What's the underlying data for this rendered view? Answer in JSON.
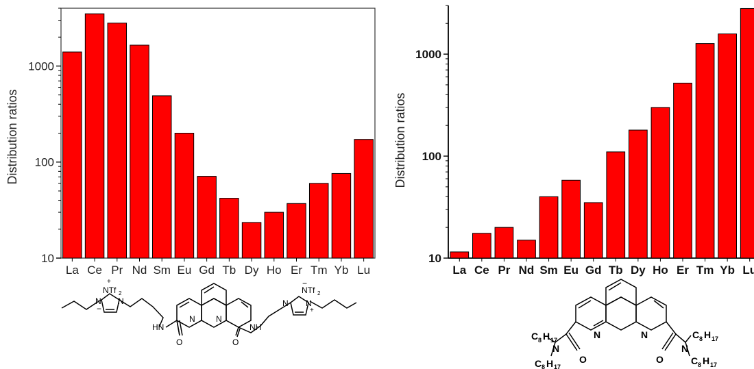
{
  "chart_data": [
    {
      "type": "bar",
      "yscale": "log",
      "ylim": [
        10,
        4000
      ],
      "ylabel": "Distribution ratios",
      "yticks": [
        "10",
        "100",
        "1000"
      ],
      "categories": [
        "La",
        "Ce",
        "Pr",
        "Nd",
        "Sm",
        "Eu",
        "Gd",
        "Tb",
        "Dy",
        "Ho",
        "Er",
        "Tm",
        "Yb",
        "Lu"
      ],
      "values": [
        1400,
        3500,
        2800,
        1650,
        490,
        200,
        71,
        42,
        23.5,
        30,
        37,
        60,
        76,
        172
      ],
      "bar_color": "#ff0000",
      "grid": false
    },
    {
      "type": "bar",
      "yscale": "log",
      "ylim": [
        10,
        3000
      ],
      "ylabel": "Distribution ratios",
      "yticks": [
        "10",
        "100",
        "1000"
      ],
      "categories": [
        "La",
        "Ce",
        "Pr",
        "Nd",
        "Sm",
        "Eu",
        "Gd",
        "Tb",
        "Dy",
        "Ho",
        "Er",
        "Tm",
        "Yb",
        "Lu"
      ],
      "values": [
        11.5,
        17.5,
        20,
        15,
        40,
        58,
        35,
        110,
        180,
        300,
        520,
        1270,
        1580,
        2800
      ],
      "bar_color": "#ff0000",
      "grid": false
    }
  ],
  "structures": {
    "left": {
      "nt_left": "NTf",
      "nt_right": "NTf",
      "sub": "2",
      "plus": "+",
      "minus": "−",
      "n": "N",
      "hn": "HN",
      "nh": "NH",
      "o": "O"
    },
    "right": {
      "c8": "C",
      "h17": "H",
      "sub8": "8",
      "sub17": "17",
      "n": "N",
      "o": "O"
    }
  }
}
